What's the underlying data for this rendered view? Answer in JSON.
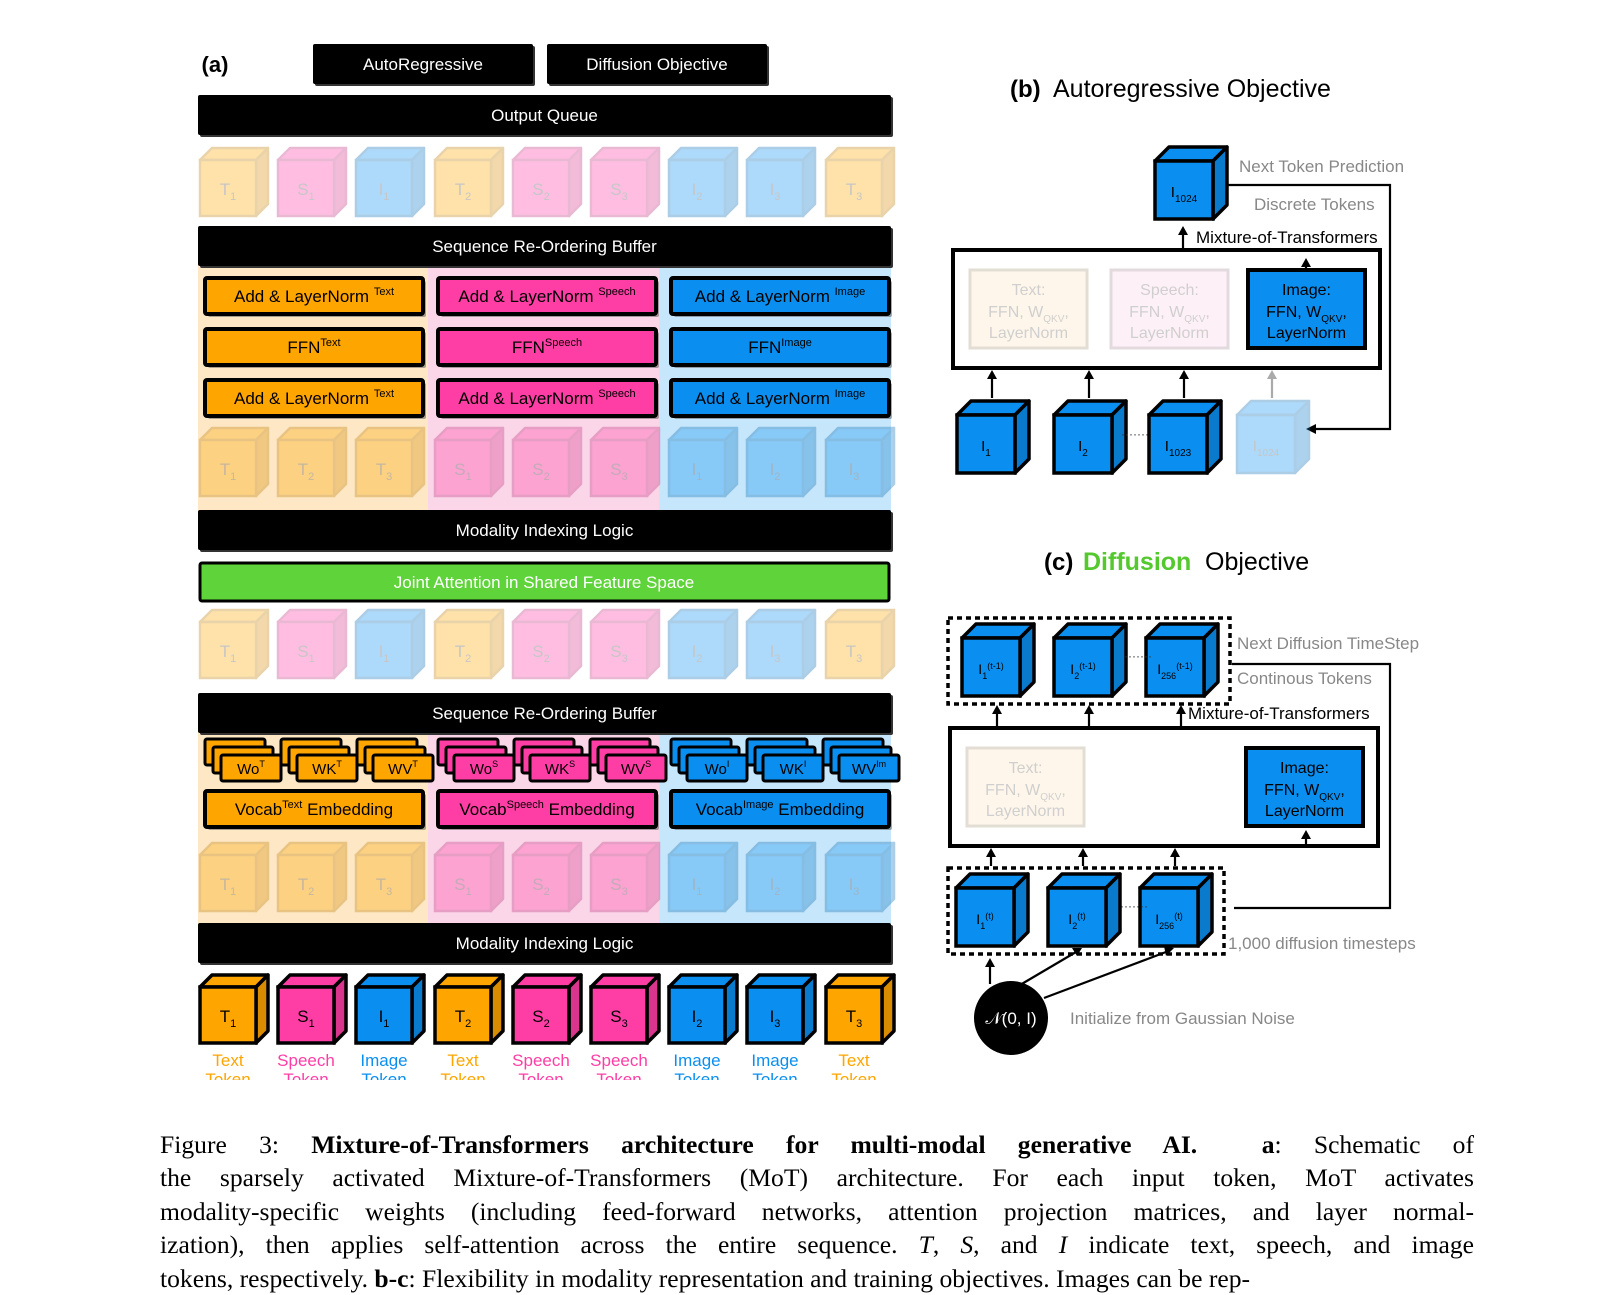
{
  "panel_a": {
    "label": "(a)",
    "top_boxes": [
      "AutoRegressive",
      "Diffusion Objective"
    ],
    "output_queue": "Output Queue",
    "reorder_buffer": "Sequence Re-Ordering Buffer",
    "modality_logic": "Modality Indexing Logic",
    "joint_attention": "Joint Attention in Shared Feature Space",
    "queue_tokens": [
      {
        "m": "T",
        "n": "1"
      },
      {
        "m": "S",
        "n": "1"
      },
      {
        "m": "I",
        "n": "1"
      },
      {
        "m": "T",
        "n": "2"
      },
      {
        "m": "S",
        "n": "2"
      },
      {
        "m": "S",
        "n": "3"
      },
      {
        "m": "I",
        "n": "2"
      },
      {
        "m": "I",
        "n": "3"
      },
      {
        "m": "T",
        "n": "3"
      }
    ],
    "grouped_tokens": [
      {
        "m": "T",
        "n": "1"
      },
      {
        "m": "T",
        "n": "2"
      },
      {
        "m": "T",
        "n": "3"
      },
      {
        "m": "S",
        "n": "1"
      },
      {
        "m": "S",
        "n": "2"
      },
      {
        "m": "S",
        "n": "3"
      },
      {
        "m": "I",
        "n": "1"
      },
      {
        "m": "I",
        "n": "2"
      },
      {
        "m": "I",
        "n": "3"
      }
    ],
    "columns": [
      {
        "key": "T",
        "addnorm": "Add & LayerNorm",
        "addnorm_sup": "Text",
        "ffn": "FFN",
        "ffn_sup": "Text",
        "weights": [
          {
            "b": "Wo",
            "s": "T"
          },
          {
            "b": "WK",
            "s": "T"
          },
          {
            "b": "WV",
            "s": "T"
          }
        ],
        "vocab": "Vocab",
        "vocab_sup": "Text",
        "vocab_tail": "Embedding"
      },
      {
        "key": "S",
        "addnorm": "Add & LayerNorm",
        "addnorm_sup": "Speech",
        "ffn": "FFN",
        "ffn_sup": "Speech",
        "weights": [
          {
            "b": "Wo",
            "s": "S"
          },
          {
            "b": "WK",
            "s": "S"
          },
          {
            "b": "WV",
            "s": "S"
          }
        ],
        "vocab": "Vocab",
        "vocab_sup": "Speech",
        "vocab_tail": "Embedding"
      },
      {
        "key": "I",
        "addnorm": "Add & LayerNorm",
        "addnorm_sup": "Image",
        "ffn": "FFN",
        "ffn_sup": "Image",
        "weights": [
          {
            "b": "Wo",
            "s": "I"
          },
          {
            "b": "WK",
            "s": "I"
          },
          {
            "b": "WV",
            "s": "Im"
          }
        ],
        "vocab": "Vocab",
        "vocab_sup": "Image",
        "vocab_tail": "Embedding"
      }
    ],
    "bottom_labels": [
      [
        "Text",
        "Token"
      ],
      [
        "Speech",
        "Token"
      ],
      [
        "Image",
        "Token"
      ],
      [
        "Text",
        "Token"
      ],
      [
        "Speech",
        "Token"
      ],
      [
        "Speech",
        "Token"
      ],
      [
        "Image",
        "Token"
      ],
      [
        "Image",
        "Token"
      ],
      [
        "Text",
        "Token"
      ]
    ]
  },
  "panel_b": {
    "label": "(b)",
    "title": "Autoregressive Objective",
    "next_pred": "Next Token Prediction",
    "discrete": "Discrete Tokens",
    "mot": "Mixture-of-Transformers",
    "text_box": [
      "Text:",
      "FFN, W",
      "QKV",
      ",",
      "LayerNorm"
    ],
    "speech_box": [
      "Speech:",
      "FFN, W",
      "QKV",
      ",",
      "LayerNorm"
    ],
    "image_box": [
      "Image:",
      "FFN, W",
      "QKV",
      ",",
      "LayerNorm"
    ],
    "out_token": {
      "m": "I",
      "n": "1024"
    },
    "in_tokens": [
      {
        "m": "I",
        "n": "1"
      },
      {
        "m": "I",
        "n": "2"
      },
      {
        "m": "I",
        "n": "1023"
      },
      {
        "m": "I",
        "n": "1024"
      }
    ]
  },
  "panel_c": {
    "label": "(c)",
    "title_word": "Diffusion",
    "title_tail": "Objective",
    "next_step": "Next Diffusion TimeStep",
    "continuous": "Continous Tokens",
    "mot": "Mixture-of-Transformers",
    "steps": "1,000 diffusion timesteps",
    "init": "Initialize from Gaussian Noise",
    "noise": "𝒩(0, I)",
    "text_box": [
      "Text:",
      "FFN, W",
      "QKV",
      ",",
      "LayerNorm"
    ],
    "image_box": [
      "Image:",
      "FFN, W",
      "QKV",
      ",",
      "LayerNorm"
    ],
    "out_tokens": [
      {
        "m": "I",
        "n": "1",
        "s": "(t-1)"
      },
      {
        "m": "I",
        "n": "2",
        "s": "(t-1)"
      },
      {
        "m": "I",
        "n": "256",
        "s": "(t-1)"
      }
    ],
    "in_tokens": [
      {
        "m": "I",
        "n": "1",
        "s": "(t)"
      },
      {
        "m": "I",
        "n": "2",
        "s": "(t)"
      },
      {
        "m": "I",
        "n": "256",
        "s": "(t)"
      }
    ]
  },
  "colors": {
    "text": "#ffa500",
    "speech": "#ff3ea5",
    "image": "#0a8ff0",
    "joint": "#5fd33a",
    "diffusion_title": "#54c92e",
    "text_bg": "#fde7c4",
    "speech_bg": "#fbd6e8",
    "image_bg": "#c6e6fb"
  },
  "caption": {
    "fig": "Figure 3:",
    "bold_title": "Mixture-of-Transformers architecture for multi-modal generative AI.",
    "a_label": "a",
    "a_text_1": ": Schematic of",
    "line2": "the sparsely activated Mixture-of-Transformers (MoT) architecture.  For each input token, MoT activates",
    "line3": "modality-specific weights (including feed-forward networks, attention projection matrices, and layer normal-",
    "line4a": "ization), then applies self-attention across the entire sequence.",
    "T": "T",
    "S": "S",
    "I": "I",
    "and": "and",
    "line4b": "indicate text, speech, and image",
    "line5a": "tokens, respectively.",
    "bc_label": "b-c",
    "line5b": ": Flexibility in modality representation and training objectives. Images can be rep-"
  }
}
